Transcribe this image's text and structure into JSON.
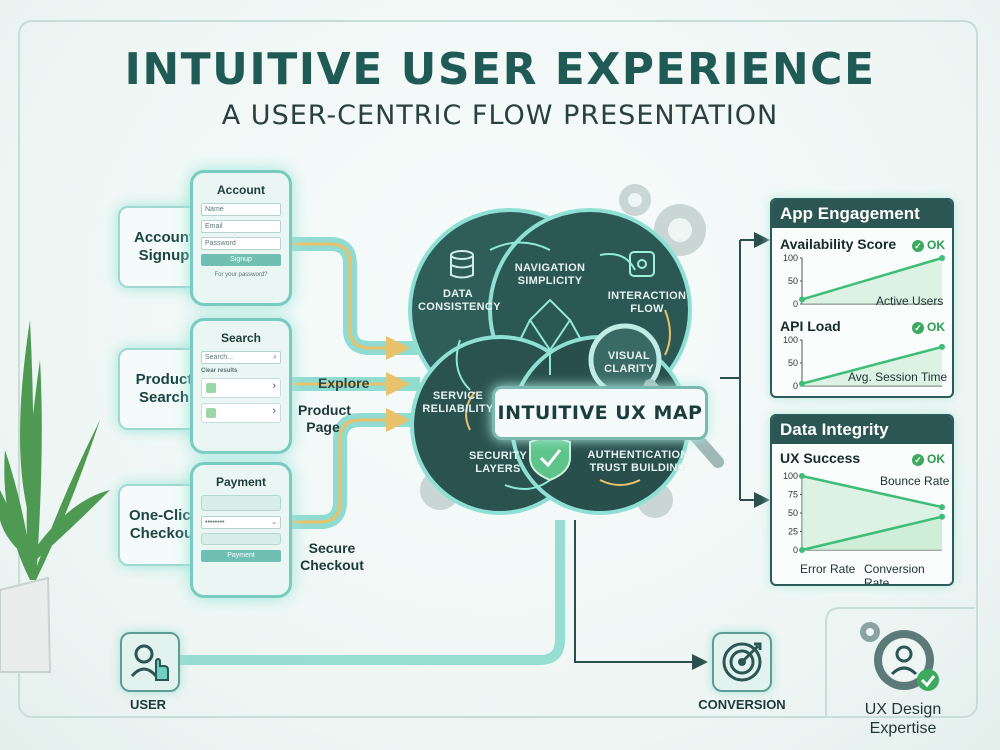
{
  "title": "INTUITIVE USER EXPERIENCE",
  "subtitle": "A USER-CENTRIC FLOW PRESENTATION",
  "left_flow": {
    "account_card": "Account Signup",
    "product_card": "Product Search",
    "checkout_card": "One-Click Checkout",
    "phone_account": {
      "title": "Account",
      "name_placeholder": "Name",
      "email_placeholder": "Email",
      "password_placeholder": "Password",
      "signup_button": "Signup",
      "forgot_link": "For your password?"
    },
    "phone_search": {
      "title": "Search",
      "search_placeholder": "Search...",
      "clear_results": "Clear results"
    },
    "phone_payment": {
      "title": "Payment",
      "password_dots": "••••••••",
      "payment_button": "Payment"
    },
    "explore_label": "Explore",
    "product_page_label": "Product Page",
    "secure_checkout_label": "Secure Checkout"
  },
  "ux_map": {
    "center_label": "INTUITIVE UX MAP",
    "segments": {
      "data_consistency": "DATA CONSISTENCY",
      "navigation_simplicity": "NAVIGATION SIMPLICITY",
      "interaction_flow": "INTERACTION FLOW",
      "visual_clarity": "VISUAL CLARITY",
      "service_reliability": "SERVICE RELIABILITY",
      "security_layers": "SECURITY LAYERS",
      "authentication_trust": "AUTHENTICATION TRUST BUILDING"
    }
  },
  "panels": {
    "engagement": {
      "header": "App Engagement",
      "metric1": "Availability Score",
      "metric1_status": "OK",
      "metric1_series": "Active Users",
      "metric2": "API Load",
      "metric2_status": "OK",
      "metric2_series": "Avg. Session Time"
    },
    "integrity": {
      "header": "Data Integrity",
      "metric": "UX Success",
      "metric_status": "OK",
      "series_down": "Bounce Rate",
      "series_up_left": "Error Rate",
      "series_up_right": "Conversion Rate"
    }
  },
  "bottom": {
    "user_label": "USER",
    "conversion_label": "CONVERSION",
    "expertise_label": "UX Design Expertise"
  },
  "chart_data": [
    {
      "type": "line",
      "x": [
        0,
        1
      ],
      "series": [
        {
          "name": "Active Users",
          "values": [
            10,
            100
          ]
        }
      ],
      "ylim": [
        0,
        100
      ],
      "yticks": [
        0,
        50,
        100
      ]
    },
    {
      "type": "line",
      "x": [
        0,
        1
      ],
      "series": [
        {
          "name": "Avg. Session Time",
          "values": [
            5,
            85
          ]
        }
      ],
      "ylim": [
        0,
        100
      ],
      "yticks": [
        0,
        50,
        100
      ]
    },
    {
      "type": "line",
      "x": [
        0,
        1
      ],
      "series": [
        {
          "name": "Bounce Rate",
          "values": [
            100,
            58
          ]
        },
        {
          "name": "Conversion Rate",
          "values": [
            0,
            45
          ]
        }
      ],
      "ylim": [
        0,
        100
      ],
      "yticks": [
        0,
        25,
        50,
        75,
        100
      ]
    }
  ],
  "colors": {
    "primary": "#1f5a55",
    "accent_teal": "#6fcfc1",
    "ok_green": "#3ca95e",
    "arrow_gold": "#e8c26a"
  }
}
